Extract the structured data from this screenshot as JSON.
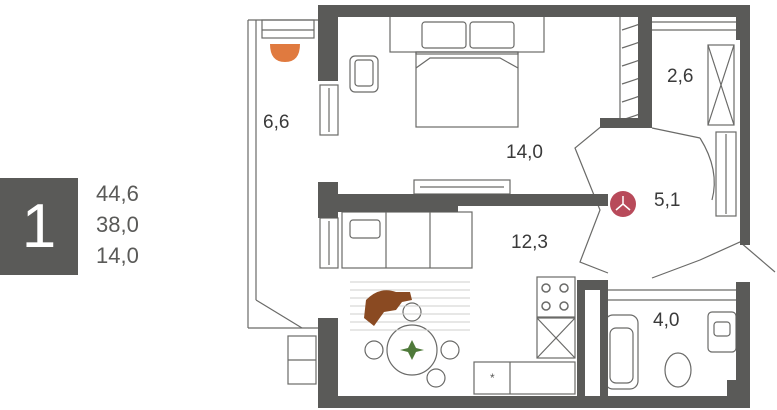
{
  "apartment": {
    "rooms_count": "1",
    "total_area": "44,6",
    "living_area": "38,0",
    "kitchen_area": "14,0"
  },
  "rooms": {
    "balcony": "6,6",
    "bedroom": "14,0",
    "wardrobe": "2,6",
    "hall": "5,1",
    "kitchen_living": "12,3",
    "bathroom": "4,0"
  },
  "colors": {
    "wall": "#5a5a58",
    "accent_table": "#e07a3f",
    "accent_meter": "#b84a5a",
    "dog": "#8a4a22",
    "plant": "#4f7a3a"
  }
}
